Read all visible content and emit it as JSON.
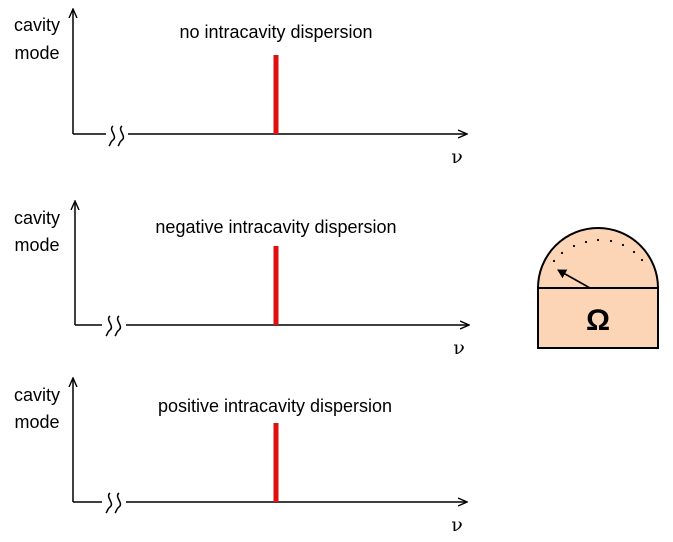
{
  "panels": [
    {
      "y_label_line1": "cavity",
      "y_label_line2": "mode",
      "title": "no intracavity dispersion",
      "x_label": "ν"
    },
    {
      "y_label_line1": "cavity",
      "y_label_line2": "mode",
      "title": "negative intracavity dispersion",
      "x_label": "ν"
    },
    {
      "y_label_line1": "cavity",
      "y_label_line2": "mode",
      "title": "positive intracavity dispersion",
      "x_label": "ν"
    }
  ],
  "meter": {
    "symbol": "Ω"
  },
  "colors": {
    "mode_line": "#e01010",
    "meter_fill": "#fbd5b5",
    "axis": "#000000"
  },
  "icons": {
    "axis_break": "double-tilde-break-icon",
    "meter": "ohmmeter-icon"
  }
}
